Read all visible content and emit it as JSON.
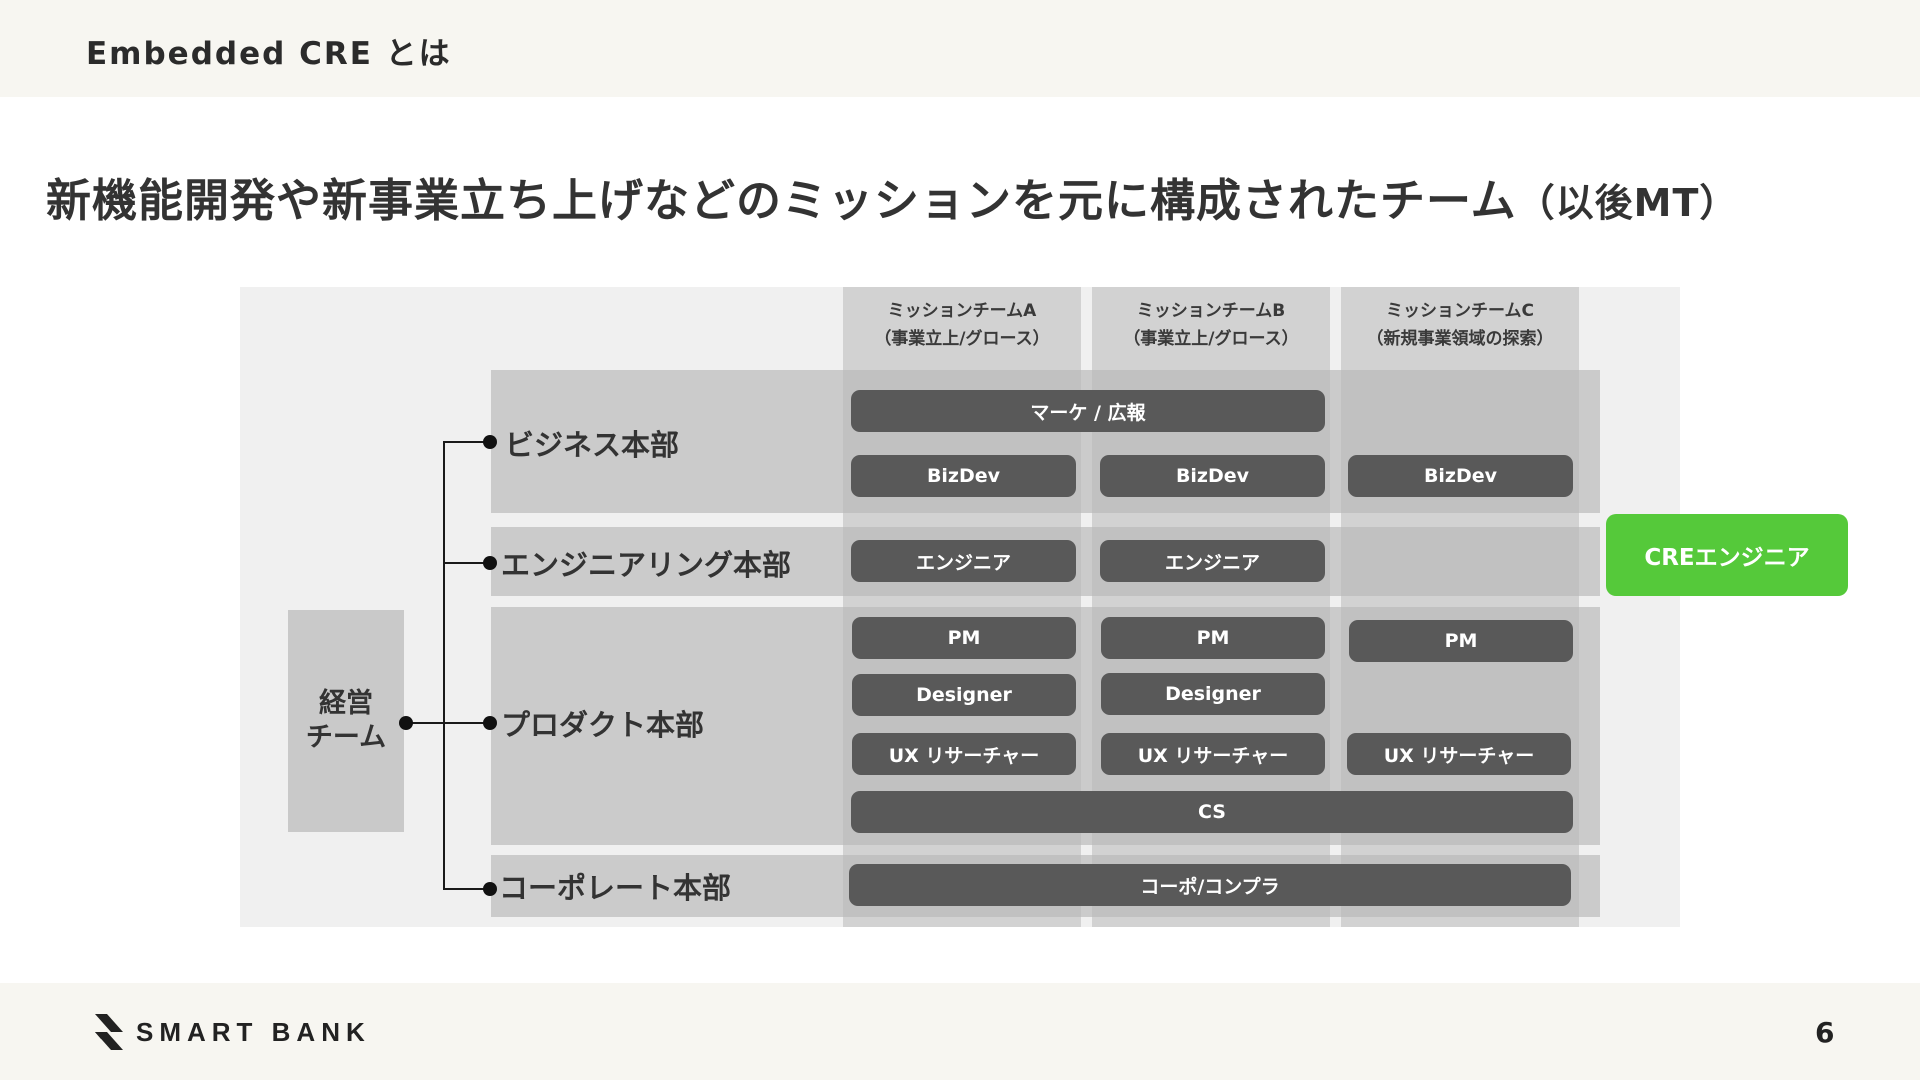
{
  "header": {
    "section_title": "Embedded CRE とは"
  },
  "headline": {
    "main": "新機能開発や新事業立ち上げなどのミッションを元に構成されたチーム",
    "paren": "（以後MT）"
  },
  "diagram": {
    "exec_team": {
      "line1": "経営",
      "line2": "チーム"
    },
    "mission_teams": [
      {
        "name": "ミッションチームA",
        "sub": "（事業立上/グロース）"
      },
      {
        "name": "ミッションチームB",
        "sub": "（事業立上/グロース）"
      },
      {
        "name": "ミッションチームC",
        "sub": "（新規事業領域の探索）"
      }
    ],
    "departments": {
      "business": "ビジネス本部",
      "engineering": "エンジニアリング本部",
      "product": "プロダクト本部",
      "corporate": "コーポレート本部"
    },
    "roles": {
      "marketing_pr": "マーケ / 広報",
      "bizdev": "BizDev",
      "engineer": "エンジニア",
      "pm": "PM",
      "designer": "Designer",
      "ux_researcher": "UX リサーチャー",
      "cs": "CS",
      "corp_compliance": "コーポ/コンプラ"
    },
    "cre_engineer": {
      "label": "CREエンジニア",
      "color": "#55c93a"
    }
  },
  "footer": {
    "logo_text": "SMART BANK",
    "page_number": "6"
  },
  "colors": {
    "background_bar": "#f7f6f1",
    "pill": "#595959",
    "band": "#cbcbcb"
  }
}
